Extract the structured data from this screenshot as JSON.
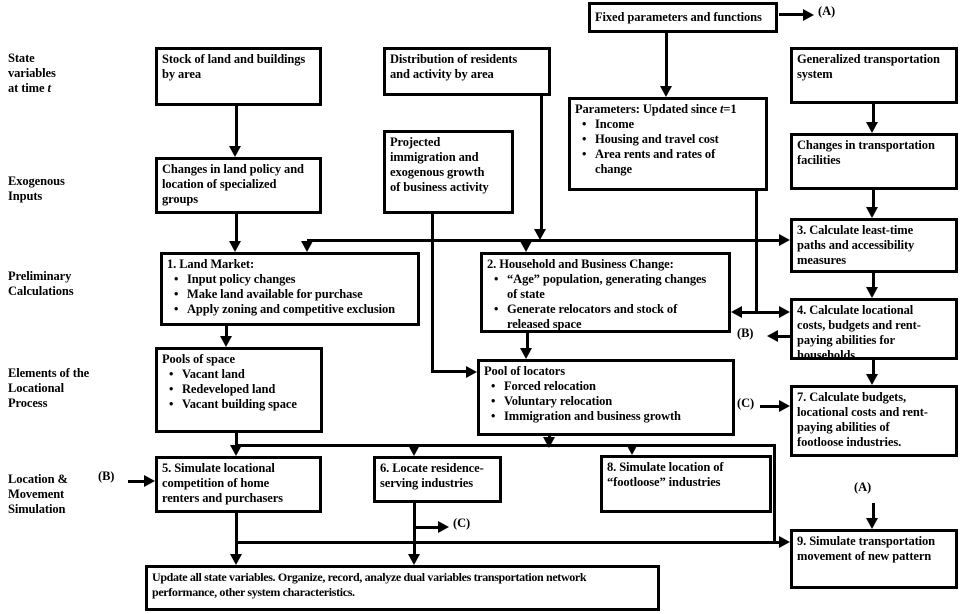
{
  "diagram": {
    "colors": {
      "line": "#000000",
      "text": "#000000",
      "background": "#ffffff"
    },
    "row_labels": {
      "state": {
        "lines": [
          "State",
          "variables"
        ],
        "l3a": "at time ",
        "l3b": "t"
      },
      "exogenous": {
        "lines": [
          "Exogenous",
          "Inputs"
        ]
      },
      "preliminary": {
        "lines": [
          "Preliminary",
          "Calculations"
        ]
      },
      "elements": {
        "lines": [
          "Elements of the",
          "Locational",
          "Process"
        ]
      },
      "location": {
        "lines": [
          "Location &",
          "Movement",
          "Simulation"
        ]
      }
    },
    "boxes": {
      "fixed_params": {
        "lines": [
          "Fixed parameters and functions"
        ]
      },
      "stock": {
        "lines": [
          "Stock of land and buildings",
          "by area"
        ]
      },
      "distribution": {
        "lines": [
          "Distribution of residents",
          "and activity by area"
        ]
      },
      "gen_transport": {
        "lines": [
          "Generalized transportation",
          "system"
        ]
      },
      "parameters": {
        "title_a": "Parameters: Updated since ",
        "title_b": "t",
        "title_c": "=1",
        "bullets": [
          [
            "Income"
          ],
          [
            "Housing and travel cost"
          ],
          [
            "Area rents and rates of",
            "change"
          ]
        ]
      },
      "projected": {
        "lines": [
          "Projected",
          "immigration and",
          "exogenous growth",
          "of business activity"
        ]
      },
      "land_policy": {
        "lines": [
          "Changes in land policy and",
          "location of specialized",
          "groups"
        ]
      },
      "changes_transport": {
        "lines": [
          "Changes in transportation",
          "facilities"
        ]
      },
      "calc3": {
        "lines": [
          "3. Calculate least-time",
          "paths and accessibility",
          "measures"
        ]
      },
      "land_market": {
        "title": "1. Land Market:",
        "bullets": [
          [
            "Input policy changes"
          ],
          [
            "Make land available for purchase"
          ],
          [
            "Apply zoning and competitive exclusion"
          ]
        ]
      },
      "household": {
        "title": "2. Household and Business Change:",
        "bullets": [
          [
            "“Age” population, generating changes",
            "of state"
          ],
          [
            "Generate relocators and stock of",
            "released space"
          ]
        ]
      },
      "calc4": {
        "lines": [
          "4. Calculate locational",
          "costs, budgets and rent-",
          "paying abilities for",
          "households"
        ]
      },
      "pools": {
        "title": "Pools of space",
        "bullets": [
          [
            "Vacant land"
          ],
          [
            "Redeveloped land"
          ],
          [
            "Vacant building space"
          ]
        ]
      },
      "locators": {
        "title": "Pool of locators",
        "bullets": [
          [
            "Forced relocation"
          ],
          [
            "Voluntary relocation"
          ],
          [
            "Immigration and business growth"
          ]
        ]
      },
      "calc7": {
        "lines": [
          "7. Calculate budgets,",
          "locational costs and rent-",
          "paying abilities of",
          "footloose industries."
        ]
      },
      "sim5": {
        "lines": [
          "5. Simulate locational",
          "competition of home",
          "renters and purchasers"
        ]
      },
      "locate6": {
        "lines": [
          "6. Locate residence-",
          "serving industries"
        ]
      },
      "sim8": {
        "lines": [
          "8. Simulate location of",
          "“footloose” industries"
        ]
      },
      "sim9": {
        "lines": [
          "9. Simulate transportation",
          "movement of new pattern"
        ]
      },
      "update": {
        "lines": [
          "Update all state variables. Organize, record, analyze dual variables transportation network",
          "performance, other system characteristics."
        ]
      }
    },
    "labels": {
      "a_source": "(A)",
      "a_target": "(A)",
      "b_source": "(B)",
      "b_target": "(B)",
      "c_source": "(C)",
      "c_target": "(C)"
    }
  }
}
